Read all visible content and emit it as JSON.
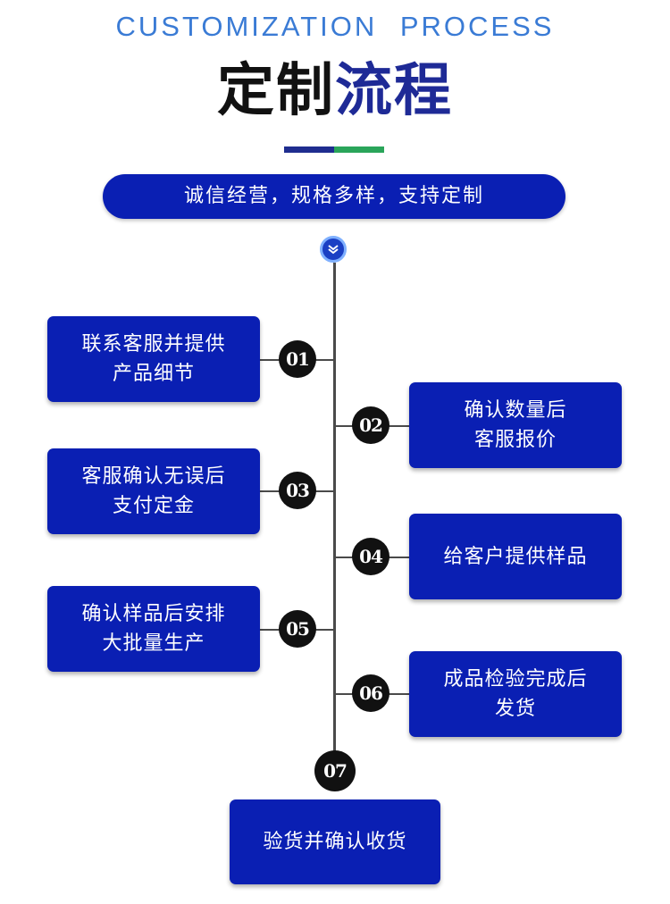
{
  "header": {
    "subtitle_en": "CUSTOMIZATION PROCESS",
    "title_dark": "定制",
    "title_blue": "流程"
  },
  "tagline": "诚信经营，规格多样，支持定制",
  "colors": {
    "box_blue": "#0a1fb3",
    "title_blue": "#1e2a96",
    "accent_green": "#2aa55a",
    "subtitle_blue": "#3a7bd5",
    "number_black": "#111111"
  },
  "steps": [
    {
      "number": "01",
      "line1": "联系客服并提供",
      "line2": "产品细节"
    },
    {
      "number": "02",
      "line1": "确认数量后",
      "line2": "客服报价"
    },
    {
      "number": "03",
      "line1": "客服确认无误后",
      "line2": "支付定金"
    },
    {
      "number": "04",
      "line1": "给客户提供样品",
      "line2": ""
    },
    {
      "number": "05",
      "line1": "确认样品后安排",
      "line2": "大批量生产"
    },
    {
      "number": "06",
      "line1": "成品检验完成后",
      "line2": "发货"
    },
    {
      "number": "07",
      "line1": "验货并确认收货",
      "line2": ""
    }
  ]
}
